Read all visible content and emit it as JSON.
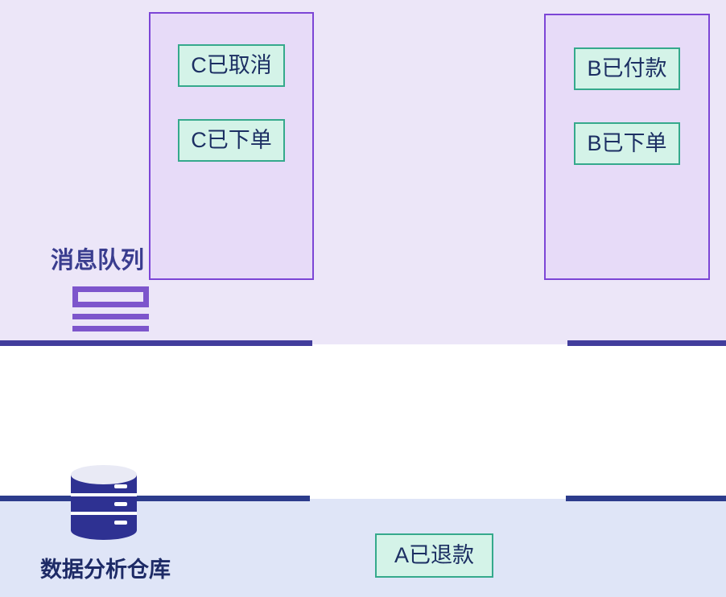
{
  "diagram": {
    "title": "message-queue-to-warehouse-flow",
    "labels": {
      "message_queue": "消息队列",
      "data_warehouse": "数据分析仓库"
    },
    "queues": {
      "left": {
        "messages": [
          "C已取消",
          "C已下单"
        ]
      },
      "right": {
        "messages": [
          "B已付款",
          "B已下单"
        ]
      }
    },
    "bottom_message": "A已退款",
    "icons": {
      "queue_icon": "message-queue-icon",
      "database_icon": "database-cylinder-icon"
    },
    "colors": {
      "top_band_bg": "#ece6f8",
      "bottom_band_bg": "#dfe5f7",
      "container_fill": "#e7dbf8",
      "container_border": "#7c45d6",
      "message_fill": "#d4f3e8",
      "message_border": "#35a98c",
      "message_text": "#1c2f63",
      "top_line": "#423d9c",
      "bottom_line": "#2c3c8c",
      "queue_icon_purple": "#7d55cc",
      "database_navy": "#2e3192",
      "mq_label_text": "#3a3d8f",
      "dw_label_text": "#1d2a66"
    }
  }
}
